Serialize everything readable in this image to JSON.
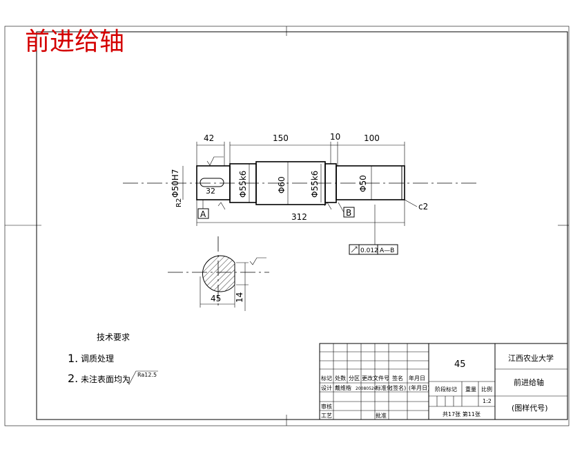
{
  "title": "前进给轴",
  "title_color": "#d40000",
  "dims": {
    "d42": "42",
    "d150": "150",
    "d10": "10",
    "d100": "100",
    "d312": "312",
    "d32": "32",
    "phi50h7": "Φ50H7",
    "phi55k6_left": "Φ55k6",
    "phi60": "Φ60",
    "phi55k6_right": "Φ55k6",
    "phi50": "Φ50",
    "r2": "R2",
    "chamfer": "c2",
    "sec45": "45",
    "sec14": "14"
  },
  "datums": {
    "a": "A",
    "b": "B"
  },
  "tolerance": {
    "value": "0.012",
    "ref": "A—B"
  },
  "tech": {
    "heading": "技术要求",
    "item1_num": "1.",
    "item1_text": "调质处理",
    "item2_num": "2.",
    "item2_text": "未注表面均为",
    "roughness": "Ra12.5"
  },
  "title_block": {
    "material": "45",
    "school": "江西农业大学",
    "part_name": "前进给轴",
    "drawing_no": "(图样代号)",
    "h_mark": "标记",
    "h_count": "处数",
    "h_zone": "分区",
    "h_doc": "更改文件号",
    "h_sign": "签名",
    "h_date": "年月日",
    "designer_label": "设计",
    "designer_name": "戴维楷",
    "designer_date": "20080526",
    "std_label": "标准化",
    "sign2": "(签名)",
    "date2": "(年月日)",
    "stage_mark": "阶段标记",
    "weight": "重量",
    "scale_label": "比例",
    "scale": "1:2",
    "review": "审核",
    "process": "工艺",
    "approve": "批准",
    "sheets": "共17张 第11张"
  }
}
